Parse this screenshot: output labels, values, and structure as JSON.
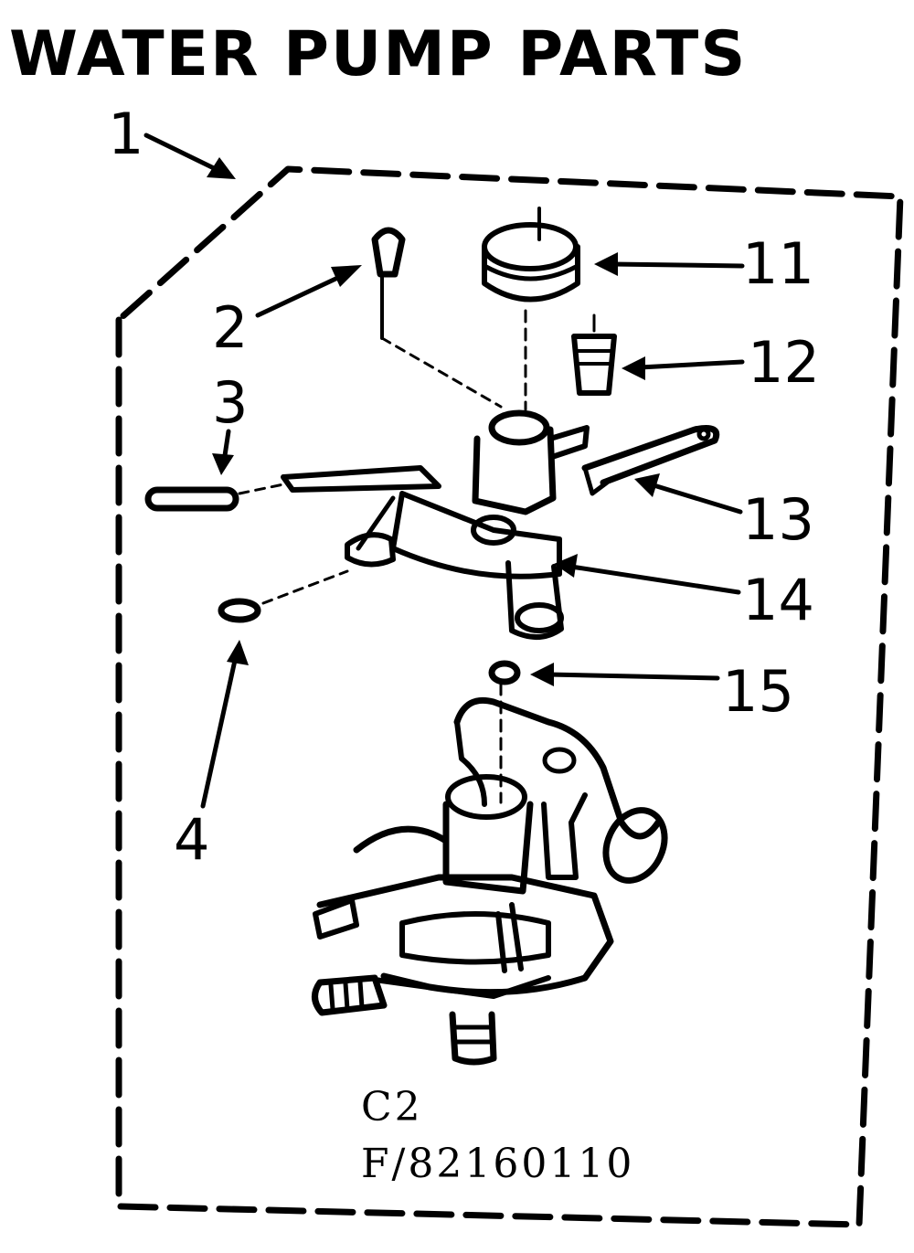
{
  "title": "WATER PUMP PARTS",
  "callouts": {
    "c1": "1",
    "c2": "2",
    "c3": "3",
    "c4": "4",
    "c11": "11",
    "c12": "12",
    "c13": "13",
    "c14": "14",
    "c15": "15"
  },
  "codes": {
    "section": "C2",
    "figure": "F/82160110"
  }
}
